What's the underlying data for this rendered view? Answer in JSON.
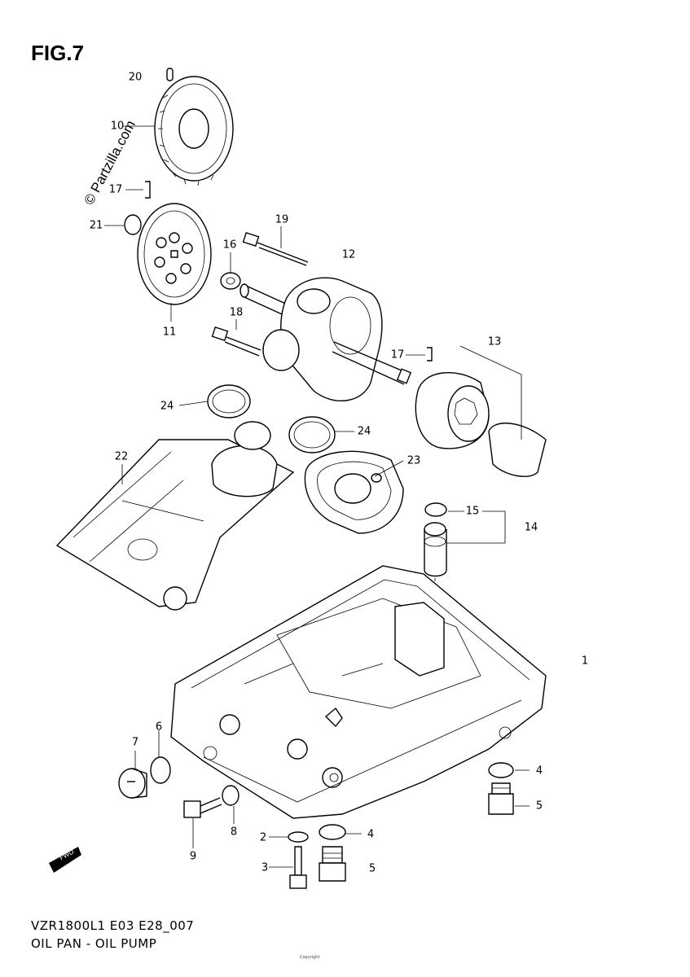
{
  "figure": {
    "title": "FIG.7",
    "watermark": "© Partzilla.com",
    "model_code": "VZR1800L1 E03 E28_007",
    "caption": "OIL PAN - OIL PUMP",
    "fwd_label": "FWD",
    "small_print": "Copyright"
  },
  "callouts": [
    {
      "id": "20",
      "label": "20"
    },
    {
      "id": "10",
      "label": "10"
    },
    {
      "id": "17a",
      "label": "17"
    },
    {
      "id": "21",
      "label": "21"
    },
    {
      "id": "19",
      "label": "19"
    },
    {
      "id": "12",
      "label": "12"
    },
    {
      "id": "16",
      "label": "16"
    },
    {
      "id": "11",
      "label": "11"
    },
    {
      "id": "18",
      "label": "18"
    },
    {
      "id": "17b",
      "label": "17"
    },
    {
      "id": "13",
      "label": "13"
    },
    {
      "id": "24a",
      "label": "24"
    },
    {
      "id": "24b",
      "label": "24"
    },
    {
      "id": "22",
      "label": "22"
    },
    {
      "id": "23",
      "label": "23"
    },
    {
      "id": "15",
      "label": "15"
    },
    {
      "id": "14",
      "label": "14"
    },
    {
      "id": "1",
      "label": "1"
    },
    {
      "id": "6",
      "label": "6"
    },
    {
      "id": "7",
      "label": "7"
    },
    {
      "id": "4a",
      "label": "4"
    },
    {
      "id": "5a",
      "label": "5"
    },
    {
      "id": "8",
      "label": "8"
    },
    {
      "id": "9",
      "label": "9"
    },
    {
      "id": "2",
      "label": "2"
    },
    {
      "id": "4b",
      "label": "4"
    },
    {
      "id": "3",
      "label": "3"
    },
    {
      "id": "5b",
      "label": "5"
    }
  ]
}
